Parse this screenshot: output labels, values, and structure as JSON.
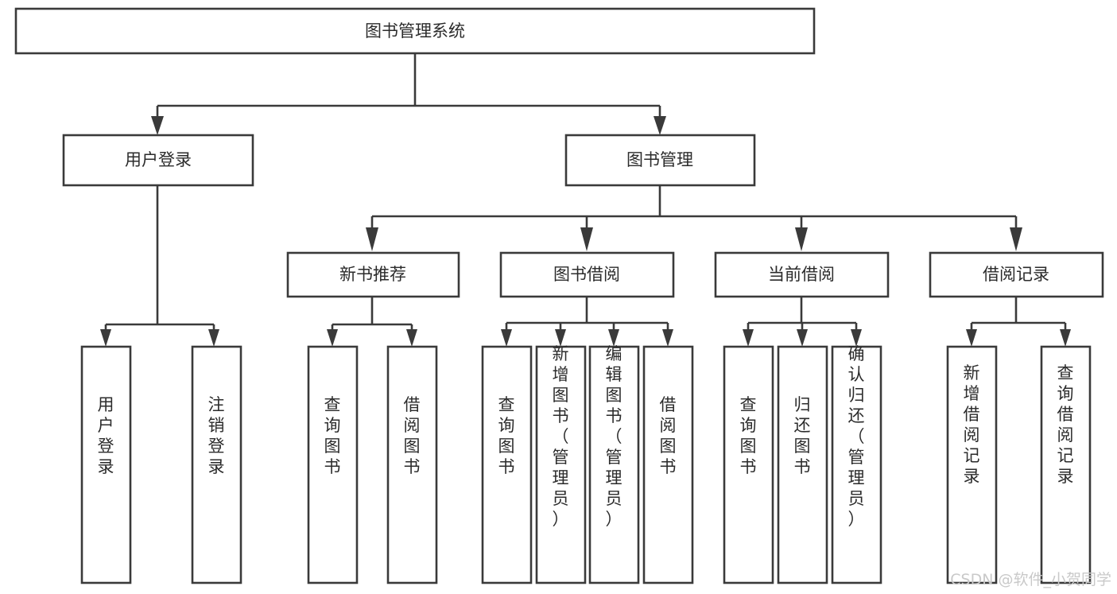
{
  "diagram": {
    "type": "tree-hierarchy",
    "title": "图书管理系统",
    "nodes": {
      "root": {
        "label": "图书管理系统"
      },
      "level2": [
        {
          "id": "user-login",
          "label": "用户登录"
        },
        {
          "id": "book-management",
          "label": "图书管理"
        }
      ],
      "level3": [
        {
          "id": "new-book-recommend",
          "label": "新书推荐"
        },
        {
          "id": "book-borrow",
          "label": "图书借阅"
        },
        {
          "id": "current-borrow",
          "label": "当前借阅"
        },
        {
          "id": "borrow-record",
          "label": "借阅记录"
        }
      ],
      "leaves_user_login": [
        {
          "id": "leaf-user-login",
          "label": "用户登录"
        },
        {
          "id": "leaf-logout",
          "label": "注销登录"
        }
      ],
      "leaves_new_book_recommend": [
        {
          "id": "leaf-query-book-1",
          "label": "查询图书"
        },
        {
          "id": "leaf-borrow-book-1",
          "label": "借阅图书"
        }
      ],
      "leaves_book_borrow": [
        {
          "id": "leaf-query-book-2",
          "label": "查询图书"
        },
        {
          "id": "leaf-add-book",
          "label": "新增图书（管理员）"
        },
        {
          "id": "leaf-edit-book",
          "label": "编辑图书（管理员）"
        },
        {
          "id": "leaf-borrow-book-2",
          "label": "借阅图书"
        }
      ],
      "leaves_current_borrow": [
        {
          "id": "leaf-query-book-3",
          "label": "查询图书"
        },
        {
          "id": "leaf-return-book",
          "label": "归还图书"
        },
        {
          "id": "leaf-confirm-return",
          "label": "确认归还（管理员）"
        }
      ],
      "leaves_borrow_record": [
        {
          "id": "leaf-add-record",
          "label": "新增借阅记录"
        },
        {
          "id": "leaf-query-record",
          "label": "查询借阅记录"
        }
      ]
    },
    "watermark": "CSDN @软件_小贺同学",
    "colors": {
      "background": "#ffffff",
      "stroke": "#3a3a3a",
      "box_fill": "#ffffff",
      "text": "#2b2b2b",
      "watermark": "#c9c9c9"
    }
  }
}
